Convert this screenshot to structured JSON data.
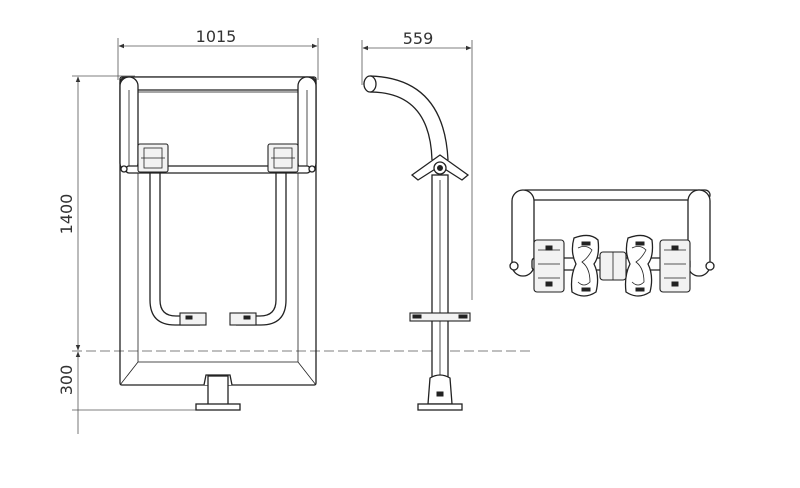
{
  "dimensions": {
    "width_front": "1015",
    "depth_side": "559",
    "height_upper": "1400",
    "height_lower": "300"
  },
  "colors": {
    "line": "#222222",
    "dimension": "#555555",
    "background": "#ffffff"
  }
}
